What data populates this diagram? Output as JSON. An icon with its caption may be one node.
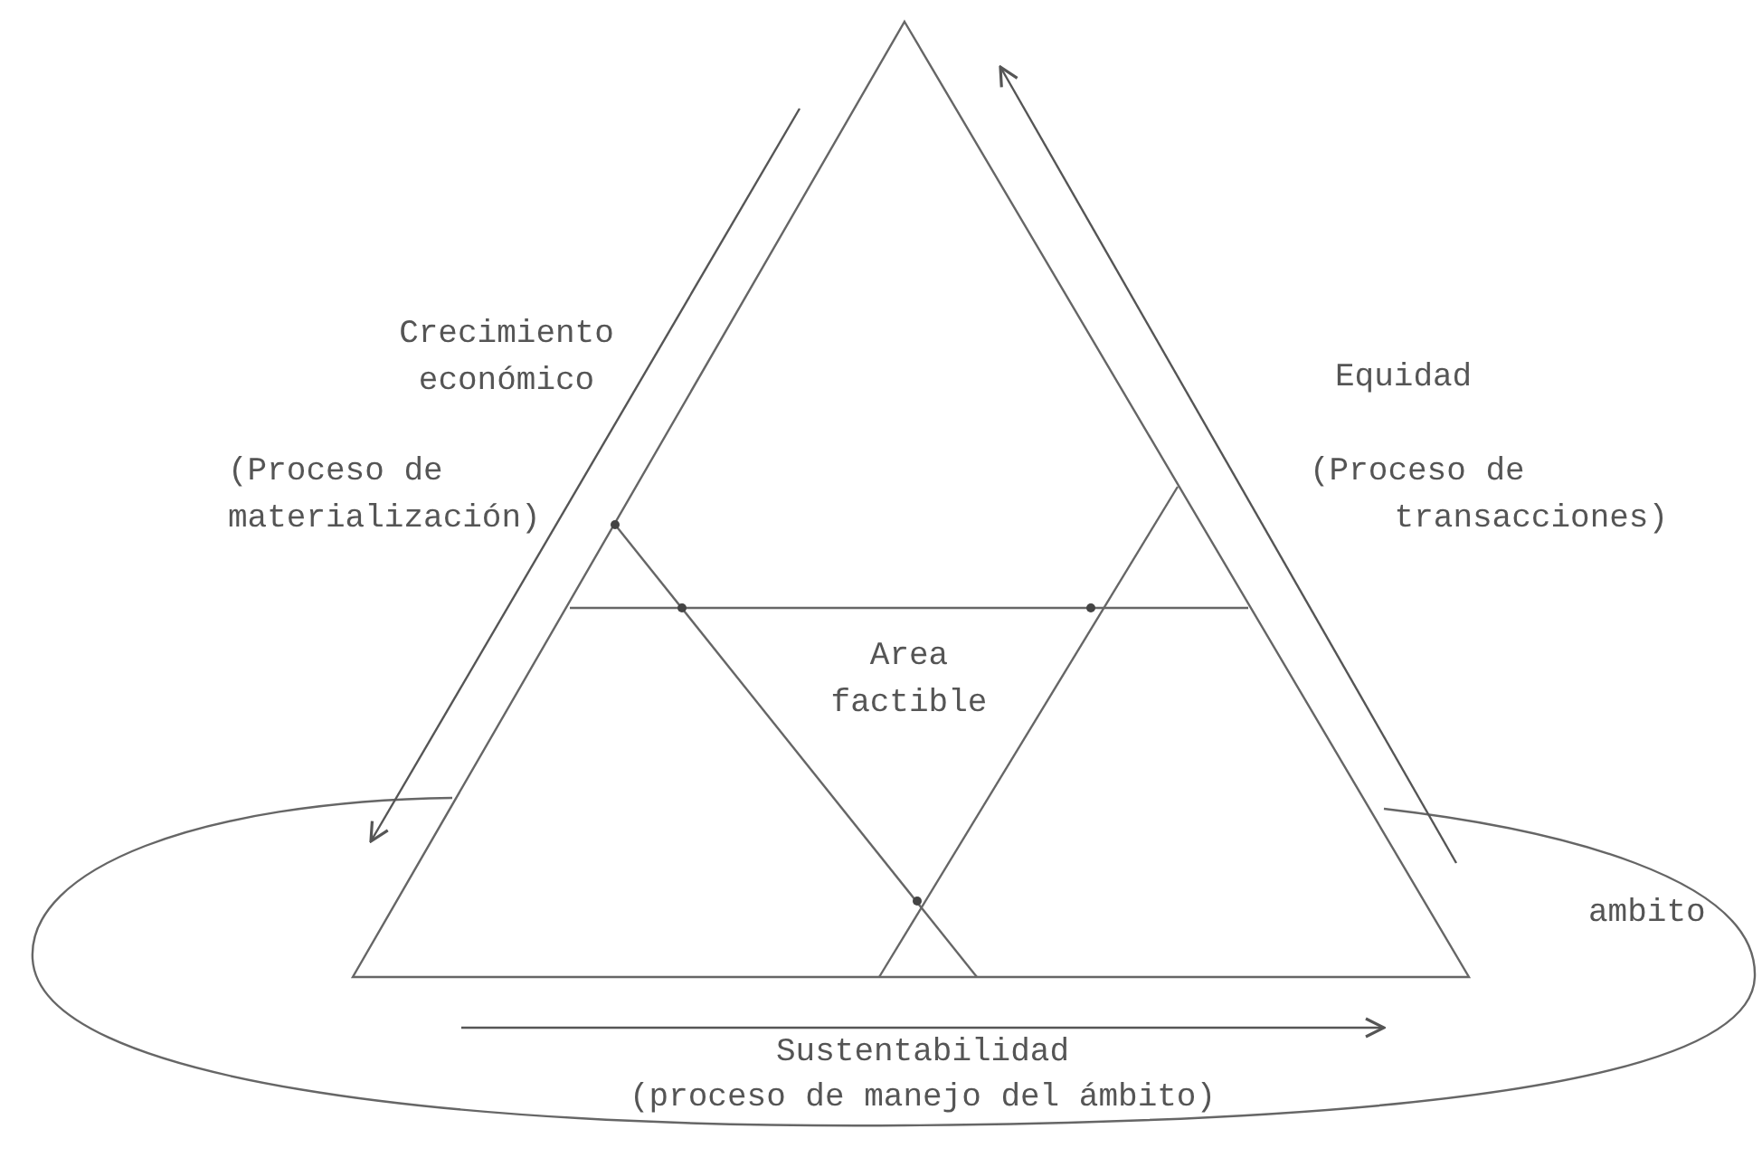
{
  "diagram": {
    "labels": [
      "Crecimiento económico",
      "(Proceso de materialización)",
      "Equidad",
      "(Proceso de transacciones)",
      "Area factible",
      "ambito",
      "Sustentabilidad",
      "(proceso de manejo del ámbito)"
    ]
  }
}
